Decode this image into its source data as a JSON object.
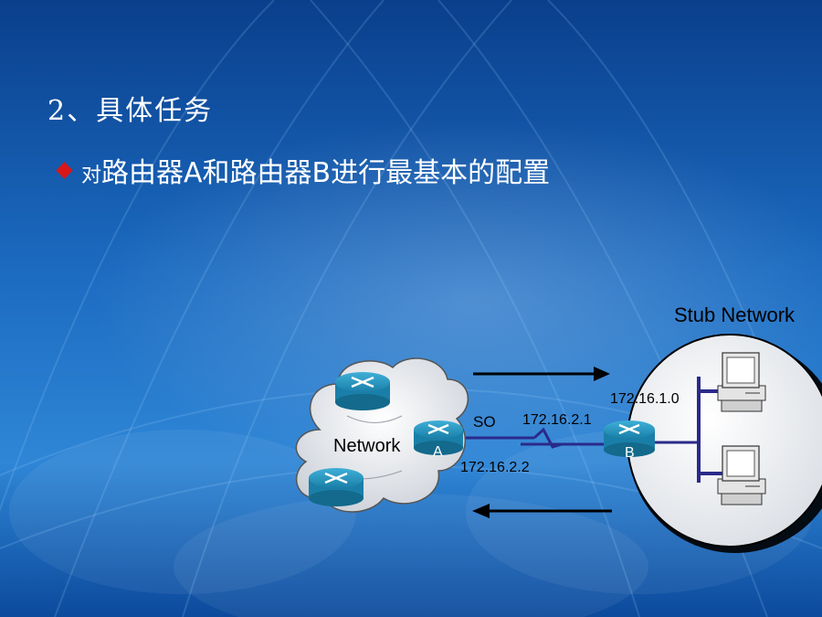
{
  "heading": "2、具体任务",
  "bullet": {
    "lead_char": "对",
    "text": "路由器A和路由器B进行最基本的配置"
  },
  "diagram": {
    "stub_title": "Stub Network",
    "cloud_label": "Network",
    "router_a_label": "A",
    "router_b_label": "B",
    "serial_label": "SO",
    "ip_b_serial": "172.16.2.1",
    "ip_a_serial": "172.16.2.2",
    "stub_network_ip": "172.16.1.0"
  },
  "colors": {
    "background": "#0b4fa3",
    "bullet": "#d81818",
    "router": "#1f8fb8",
    "link": "#2a2a8a"
  }
}
